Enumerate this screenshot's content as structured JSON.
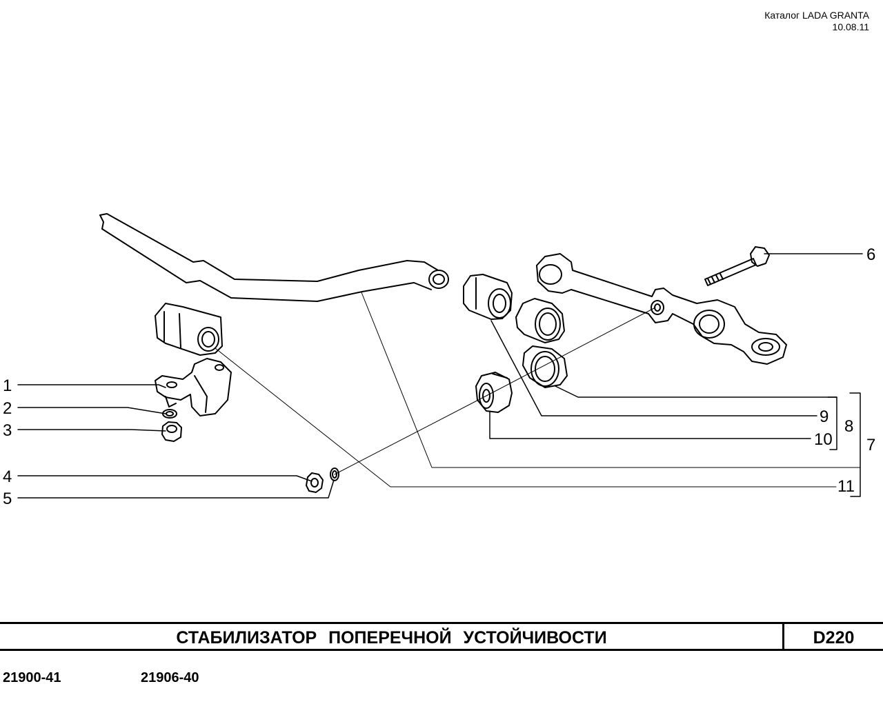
{
  "header": {
    "catalog": "Каталог LADA  GRANTA",
    "date": "10.08.11"
  },
  "title": "СТАБИЛИЗАТОР  ПОПЕРЕЧНОЙ  УСТОЙЧИВОСТИ",
  "code": "D220",
  "models": [
    "21900-41",
    "21906-40"
  ],
  "callouts": [
    "1",
    "2",
    "3",
    "4",
    "5",
    "6",
    "7",
    "8",
    "9",
    "10",
    "11"
  ],
  "colors": {
    "ink": "#000000",
    "paper": "#ffffff"
  }
}
